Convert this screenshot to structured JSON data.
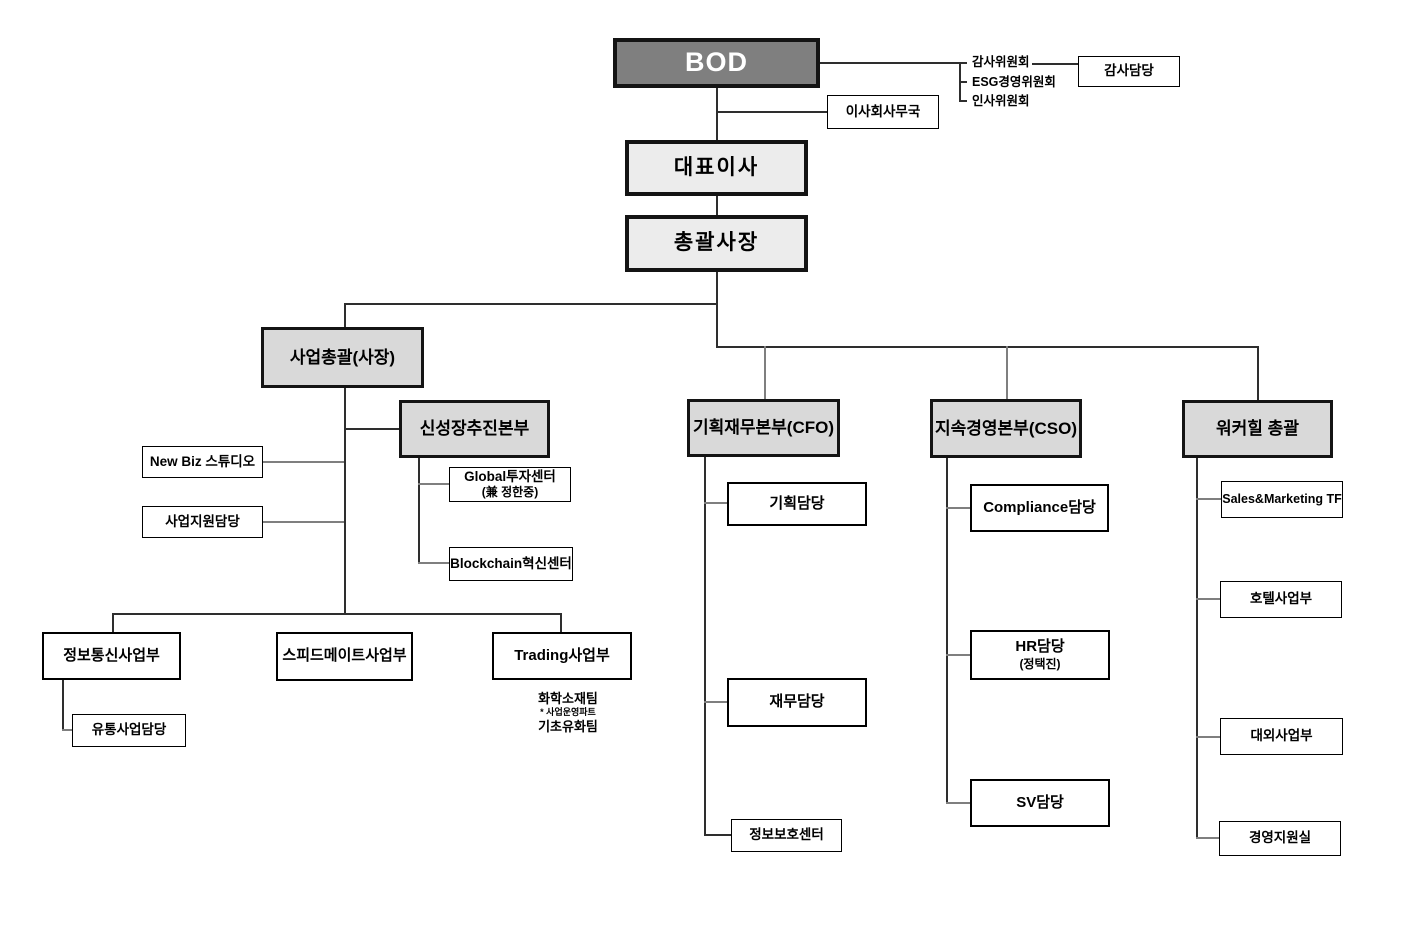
{
  "nodes": {
    "bod": {
      "label": "BOD"
    },
    "audit_committee": {
      "label": "감사위원회"
    },
    "esg_committee": {
      "label": "ESG경영위원회"
    },
    "hr_committee": {
      "label": "인사위원회"
    },
    "audit_staff": {
      "label": "감사담당"
    },
    "board_office": {
      "label": "이사회사무국"
    },
    "ceo": {
      "label": "대표이사"
    },
    "president": {
      "label": "총괄사장"
    },
    "business_head": {
      "label": "사업총괄(사장)"
    },
    "new_growth_hq": {
      "label": "신성장추진본부"
    },
    "new_biz_studio": {
      "label": "New Biz 스튜디오"
    },
    "biz_support": {
      "label": "사업지원담당"
    },
    "global_investment": {
      "label": "Global투자센터",
      "sublabel": "(兼 정한중)"
    },
    "blockchain": {
      "label": "Blockchain혁신센터"
    },
    "ict_division": {
      "label": "정보통신사업부"
    },
    "distribution": {
      "label": "유통사업담당"
    },
    "speedmate": {
      "label": "스피드메이트사업부"
    },
    "trading": {
      "label": "Trading사업부"
    },
    "trading_team_chem": {
      "label": "화학소재팀"
    },
    "trading_note": {
      "label": "* 사업운영파트"
    },
    "trading_team_petro": {
      "label": "기초유화팀"
    },
    "cfo_hq": {
      "label": "기획재무본부(CFO)"
    },
    "planning": {
      "label": "기획담당"
    },
    "finance": {
      "label": "재무담당"
    },
    "infosec": {
      "label": "정보보호센터"
    },
    "cso_hq": {
      "label": "지속경영본부(CSO)"
    },
    "compliance": {
      "label": "Compliance담당"
    },
    "hr": {
      "label": "HR담당",
      "sublabel": "(정택진)"
    },
    "sv": {
      "label": "SV담당"
    },
    "walkerhill": {
      "label": "워커힐 총괄"
    },
    "sales_marketing_tf": {
      "label": "Sales&Marketing TF"
    },
    "hotel": {
      "label": "호텔사업부"
    },
    "external_biz": {
      "label": "대외사업부"
    },
    "mgmt_support": {
      "label": "경영지원실"
    }
  },
  "colors": {
    "bod_fill": "#7f7f7f",
    "exec_fill": "#ececec",
    "division_fill": "#d9d9d9",
    "leaf_fill": "#ffffff",
    "line_main": "#2e2e2e",
    "line_child": "#7f7f7f"
  }
}
